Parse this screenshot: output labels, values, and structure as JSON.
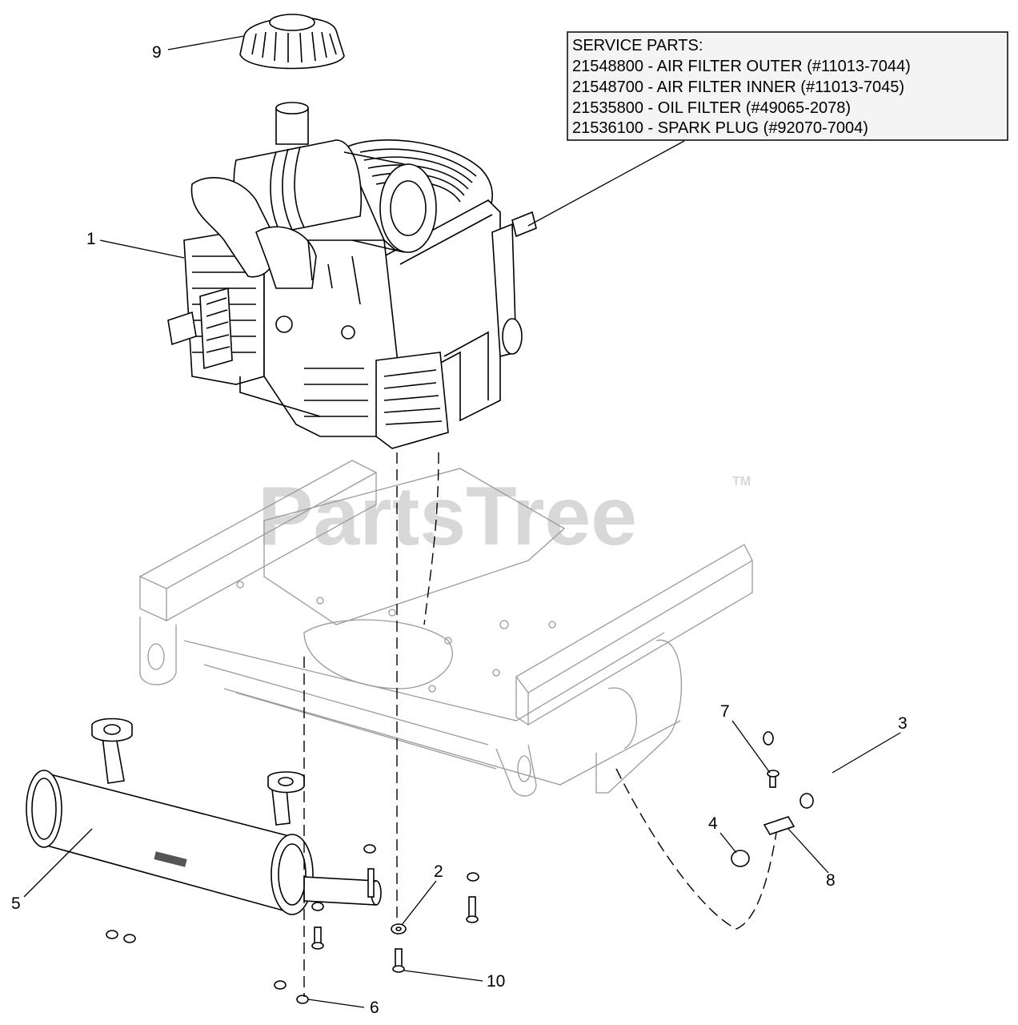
{
  "watermark": {
    "text": "PartsTree",
    "tm": "TM"
  },
  "service_parts": {
    "title": "SERVICE PARTS:",
    "lines": [
      "21548800 - AIR FILTER OUTER (#11013-7044)",
      "21548700 - AIR FILTER INNER (#11013-7045)",
      "21535800 - OIL FILTER (#49065-2078)",
      "21536100 - SPARK PLUG (#92070-7004)"
    ]
  },
  "callouts": {
    "c1": "1",
    "c2": "2",
    "c3": "3",
    "c4": "4",
    "c5": "5",
    "c6": "6",
    "c7": "7",
    "c8": "8",
    "c9": "9",
    "c10": "10"
  }
}
